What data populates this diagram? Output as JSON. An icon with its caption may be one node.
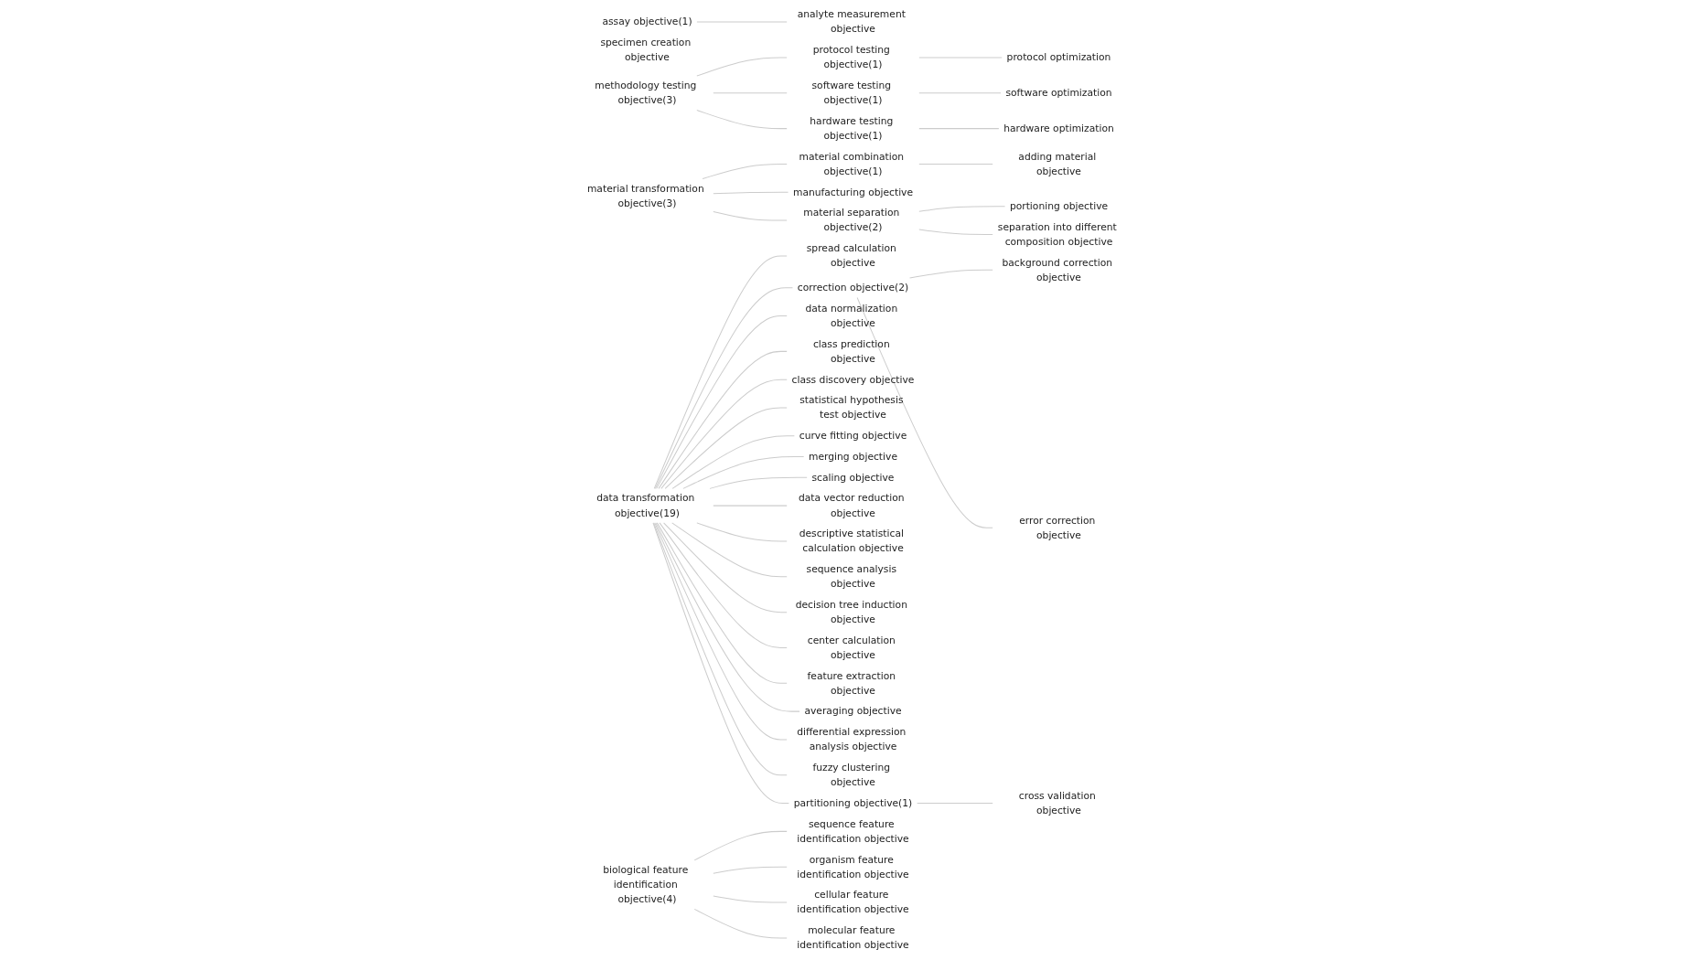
{
  "diagram": {
    "nodes": [
      {
        "text": [
          "assay objective(1)"
        ]
      },
      {
        "text": [
          "analyte measurement objective"
        ]
      },
      {
        "text": [
          "specimen creation objective"
        ]
      },
      {
        "text": [
          "methodology testing objective(3)"
        ]
      },
      {
        "text": [
          "protocol testing objective(1)"
        ]
      },
      {
        "text": [
          "protocol optimization"
        ]
      },
      {
        "text": [
          "software testing objective(1)"
        ]
      },
      {
        "text": [
          "software optimization"
        ]
      },
      {
        "text": [
          "hardware testing objective(1)"
        ]
      },
      {
        "text": [
          "hardware optimization"
        ]
      },
      {
        "text": [
          "material transformation objective(3)"
        ]
      },
      {
        "text": [
          "material combination objective(1)"
        ]
      },
      {
        "text": [
          "adding material objective"
        ]
      },
      {
        "text": [
          "manufacturing objective"
        ]
      },
      {
        "text": [
          "material separation objective(2)"
        ]
      },
      {
        "text": [
          "portioning objective"
        ]
      },
      {
        "text": [
          "separation into different composition objective"
        ]
      },
      {
        "text": [
          "data transformation objective(19)"
        ]
      },
      {
        "text": [
          "spread calculation objective"
        ]
      },
      {
        "text": [
          "correction objective(2)"
        ]
      },
      {
        "text": [
          "background correction objective"
        ]
      },
      {
        "text": [
          "error correction objective"
        ]
      },
      {
        "text": [
          "data normalization objective"
        ]
      },
      {
        "text": [
          "class prediction objective"
        ]
      },
      {
        "text": [
          "class discovery objective"
        ]
      },
      {
        "text": [
          "statistical hypothesis test objective"
        ]
      },
      {
        "text": [
          "curve fitting objective"
        ]
      },
      {
        "text": [
          "merging objective"
        ]
      },
      {
        "text": [
          "scaling objective"
        ]
      },
      {
        "text": [
          "data vector reduction objective"
        ]
      },
      {
        "text": [
          "descriptive statistical calculation objective"
        ]
      },
      {
        "text": [
          "sequence analysis objective"
        ]
      },
      {
        "text": [
          "decision tree induction objective"
        ]
      },
      {
        "text": [
          "center calculation objective"
        ]
      },
      {
        "text": [
          "feature extraction objective"
        ]
      },
      {
        "text": [
          "averaging objective"
        ]
      },
      {
        "text": [
          "differential expression analysis objective"
        ]
      },
      {
        "text": [
          "fuzzy clustering objective"
        ]
      },
      {
        "text": [
          "partitioning objective(1)"
        ]
      },
      {
        "text": [
          "cross validation objective"
        ]
      },
      {
        "text": [
          "biological feature identification objective(4)"
        ]
      },
      {
        "text": [
          "sequence feature identification objective"
        ]
      },
      {
        "text": [
          "organism feature identification objective"
        ]
      },
      {
        "text": [
          "cellular feature identification objective"
        ]
      },
      {
        "text": [
          "molecular feature identification objective"
        ]
      }
    ],
    "edges": [
      {
        "from": 0,
        "to": 1,
        "arrow": "none"
      },
      {
        "from": 3,
        "to": 4,
        "arrow": "none"
      },
      {
        "from": 3,
        "to": 6,
        "arrow": "none"
      },
      {
        "from": 3,
        "to": 8,
        "arrow": "none"
      },
      {
        "from": 4,
        "to": 5,
        "arrow": "none"
      },
      {
        "from": 6,
        "to": 7,
        "arrow": "none"
      },
      {
        "from": 8,
        "to": 9,
        "arrow": "none"
      },
      {
        "from": 10,
        "to": 11,
        "arrow": "none"
      },
      {
        "from": 10,
        "to": 13,
        "arrow": "none"
      },
      {
        "from": 10,
        "to": 14,
        "arrow": "none"
      },
      {
        "from": 11,
        "to": 12,
        "arrow": "none"
      },
      {
        "from": 14,
        "to": 15,
        "arrow": "none"
      },
      {
        "from": 14,
        "to": 16,
        "arrow": "none"
      },
      {
        "from": 17,
        "to": 18,
        "arrow": "none"
      },
      {
        "from": 17,
        "to": 19,
        "arrow": "none"
      },
      {
        "from": 17,
        "to": 22,
        "arrow": "none"
      },
      {
        "from": 17,
        "to": 23,
        "arrow": "none"
      },
      {
        "from": 17,
        "to": 24,
        "arrow": "none"
      },
      {
        "from": 17,
        "to": 25,
        "arrow": "none"
      },
      {
        "from": 17,
        "to": 26,
        "arrow": "none"
      },
      {
        "from": 17,
        "to": 27,
        "arrow": "none"
      },
      {
        "from": 17,
        "to": 28,
        "arrow": "none"
      },
      {
        "from": 17,
        "to": 29,
        "arrow": "none"
      },
      {
        "from": 17,
        "to": 30,
        "arrow": "none"
      },
      {
        "from": 17,
        "to": 31,
        "arrow": "none"
      },
      {
        "from": 17,
        "to": 32,
        "arrow": "none"
      },
      {
        "from": 17,
        "to": 33,
        "arrow": "none"
      },
      {
        "from": 17,
        "to": 34,
        "arrow": "none"
      },
      {
        "from": 17,
        "to": 35,
        "arrow": "none"
      },
      {
        "from": 17,
        "to": 36,
        "arrow": "none"
      },
      {
        "from": 17,
        "to": 37,
        "arrow": "none"
      },
      {
        "from": 17,
        "to": 38,
        "arrow": "none"
      },
      {
        "from": 19,
        "to": 20,
        "arrow": "none"
      },
      {
        "from": 19,
        "to": 21,
        "arrow": "none"
      },
      {
        "from": 38,
        "to": 39,
        "arrow": "none"
      },
      {
        "from": 40,
        "to": 41,
        "arrow": "none"
      },
      {
        "from": 40,
        "to": 42,
        "arrow": "none"
      },
      {
        "from": 40,
        "to": 43,
        "arrow": "none"
      },
      {
        "from": 40,
        "to": 44,
        "arrow": "none"
      }
    ]
  }
}
